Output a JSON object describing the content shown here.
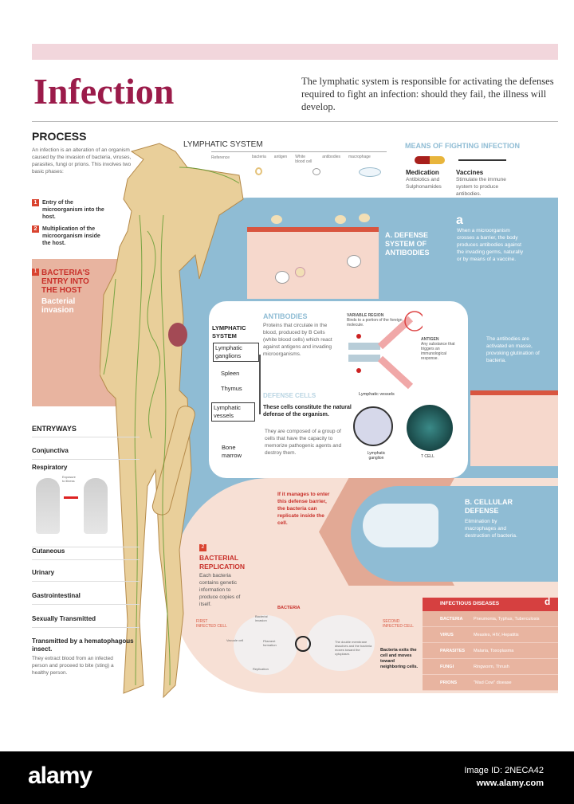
{
  "header": {
    "title": "Infection",
    "subtitle": "The lymphatic system is responsible for activating the defenses required to fight an infection: should they fail, the illness will develop."
  },
  "process": {
    "heading": "PROCESS",
    "intro": "An infection is an alteration of an organism caused by the invasion of bacteria, viruses, parasites, fungi or prions. This involves two basic phases:",
    "phases": [
      {
        "num": "1",
        "text": "Entry of the microorganism into the host."
      },
      {
        "num": "2",
        "text": "Multiplication of the microorganism inside the host."
      }
    ]
  },
  "entry_panel": {
    "num": "1",
    "title": "BACTERIA'S ENTRY INTO THE HOST",
    "subtitle": "Bacterial invasion"
  },
  "lymphatic_reference": {
    "heading": "LYMPHATIC SYSTEM",
    "reference_label": "Reference",
    "items": [
      "bacteria",
      "antigen",
      "White blood cell",
      "antibodies",
      "macrophage"
    ]
  },
  "means": {
    "heading": "MEANS OF FIGHTING INFECTION",
    "medication": {
      "title": "Medication",
      "text": "Antibiotics and Sulphonamides"
    },
    "vaccines": {
      "title": "Vaccines",
      "text": "Stimulate the immune system to produce antibodies."
    }
  },
  "defense_a": {
    "title": "A. DEFENSE SYSTEM OF ANTIBODIES",
    "letter": "a",
    "text": "When a microorganism crosses a barrier, the body produces antibodies against the invading germs, naturally or by means of a vaccine.",
    "text2": "The antibodies are activated en masse, provoking glutination of bacteria."
  },
  "lymph_labels": {
    "heading": "LYMPHATIC SYSTEM",
    "items": [
      "Lymphatic ganglions",
      "Spleen",
      "Thymus",
      "Lymphatic vessels",
      "Bone marrow"
    ]
  },
  "antibodies": {
    "heading": "ANTIBODIES",
    "text": "Proteins that circulate in the blood, produced by B Cells (white blood cells) which react against antigens and invading microorganisms.",
    "variable_region": {
      "title": "VARIABLE REGION",
      "text": "Binds to a portion of the foreign molecule."
    },
    "antigen": {
      "title": "ANTIGEN",
      "text": "Any substance that triggers an immunological response."
    }
  },
  "defense_cells": {
    "heading": "DEFENSE CELLS",
    "lead": "These cells constitute the natural defense of the organism.",
    "text": "They are composed of a group of cells that have the capacity to memorize pathogenic agents and destroy them.",
    "labels": [
      "Lymphatic vessels",
      "Lymphatic ganglion",
      "T CELL"
    ]
  },
  "barrier_text": "If it manages to enter this defense barrier, the bacteria can replicate inside the cell.",
  "defense_b": {
    "title": "B. CELLULAR DEFENSE",
    "text": "Elimination by macrophages and destruction of bacteria."
  },
  "replication": {
    "num": "2",
    "title": "BACTERIAL REPLICATION",
    "text": "Each bacteria contains genetic information to produce copies of itself.",
    "labels": {
      "bacteria": "BACTERIA",
      "first_cell": "FIRST INFECTED CELL",
      "second_cell": "SECOND INFECTED CELL",
      "invasion": "Bacterial invasion",
      "vacuole": "Vacuole cell",
      "filament": "Filament formation",
      "replication": "Replication",
      "membrane": "The double membrane dissolves and the bacteria moves toward the cytoplasm.",
      "exits": "Bacteria exits the cell and moves toward neighboring cells."
    }
  },
  "entryways": {
    "heading": "ENTRYWAYS",
    "items": [
      "Conjunctiva",
      "Respiratory",
      "Cutaneous",
      "Urinary",
      "Gastrointestinal",
      "Sexually Transmitted"
    ],
    "respiratory_caption": "Exposure to illness",
    "insect": {
      "title": "Transmitted by a hematophagous insect.",
      "text": "They extract blood from an infected person and proceed to bite (sting) a healthy person."
    }
  },
  "diseases": {
    "heading": "INFECTIOUS DISEASES",
    "letter": "d",
    "rows": [
      {
        "type": "BACTERIA",
        "examples": "Pneumonia, Typhus, Tuberculosis"
      },
      {
        "type": "VIRUS",
        "examples": "Measles, HIV, Hepatitis"
      },
      {
        "type": "PARASITES",
        "examples": "Malaria, Toxoplasma"
      },
      {
        "type": "FUNGI",
        "examples": "Ringworm, Thrush"
      },
      {
        "type": "PRIONS",
        "examples": "\"Mad Cow\" disease"
      }
    ]
  },
  "footer": {
    "logo": "alamy",
    "image_id": "Image ID: 2NECA42",
    "url": "www.alamy.com"
  },
  "colors": {
    "title": "#9b1b4a",
    "blue": "#8fbcd4",
    "pink": "#e8b4a0",
    "red": "#d64040"
  }
}
